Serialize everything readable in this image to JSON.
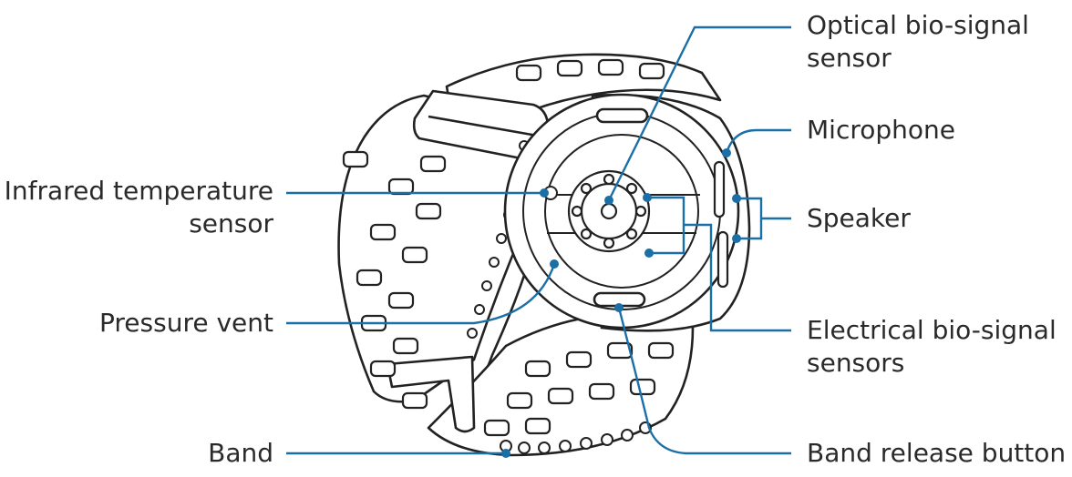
{
  "callouts": {
    "optical": {
      "line1": "Optical bio-signal",
      "line2": "sensor"
    },
    "microphone": {
      "text": "Microphone"
    },
    "speaker": {
      "text": "Speaker"
    },
    "electrical": {
      "line1": "Electrical bio-signal",
      "line2": "sensors"
    },
    "band_release": {
      "text": "Band release button"
    },
    "infrared": {
      "line1": "Infrared temperature",
      "line2": "sensor"
    },
    "pressure": {
      "text": "Pressure vent"
    },
    "band": {
      "text": "Band"
    }
  },
  "colors": {
    "leader": "#1a6fa6",
    "outline": "#222222",
    "label": "#2a2a2a"
  }
}
